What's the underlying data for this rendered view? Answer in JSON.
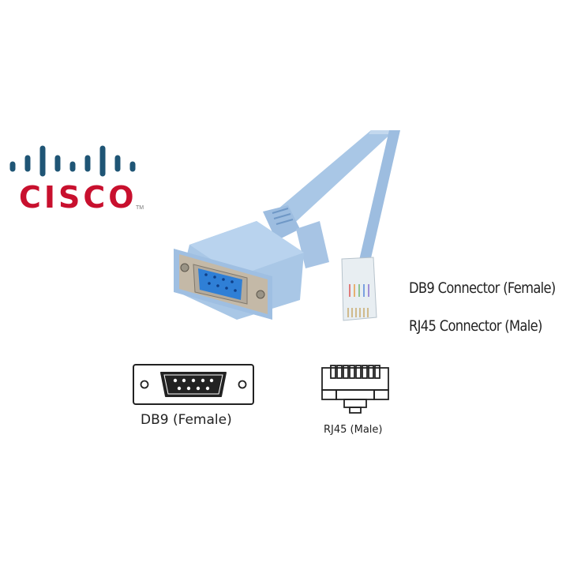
{
  "brand": {
    "name": "CISCO",
    "trademark": "TM",
    "colors": {
      "bars": "#1f5575",
      "wordmark": "#c8102e"
    }
  },
  "product": {
    "description": "Console cable with DB9 female connector and RJ45 male connector",
    "cable_color": "#a9c7e6",
    "db9_insert_color": "#2f7fd6"
  },
  "captions": {
    "db9": "DB9 Connector (Female)",
    "rj45": "RJ45 Connector (Male)"
  },
  "diagrams": {
    "db9_label": "DB9 (Female)",
    "rj45_label": "RJ45 (Male)"
  },
  "icons": {
    "logo": "cisco-bars-icon",
    "db9": "db9-connector-icon",
    "rj45": "rj45-connector-icon"
  }
}
